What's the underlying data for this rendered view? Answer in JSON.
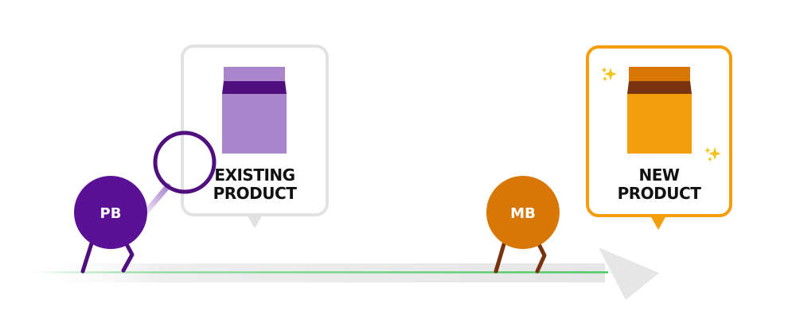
{
  "diagram": {
    "existing_card": {
      "line1": "EXISTING",
      "line2": "PRODUCT"
    },
    "new_card": {
      "line1": "NEW",
      "line2": "PRODUCT"
    },
    "pb_character": {
      "label": "PB"
    },
    "mb_character": {
      "label": "MB"
    }
  },
  "colors": {
    "purple_dark": "#4f0f7e",
    "purple_light": "#ab85cc",
    "orange_dark": "#d97706",
    "orange_light": "#f59e0b",
    "brown": "#7a330f",
    "arrow_gray": "#e8e8e8",
    "progress_green": "#4cc964",
    "card_border_gray": "#e2e2e4",
    "sparkle": "#f2c21b"
  }
}
